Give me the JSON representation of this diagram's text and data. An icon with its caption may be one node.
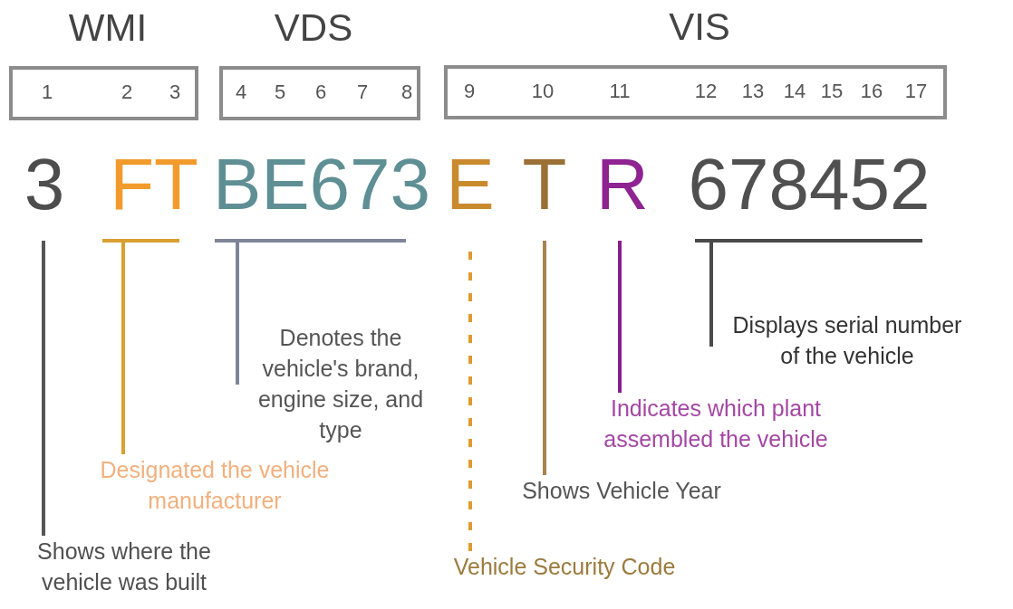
{
  "diagram": {
    "nodes": [
      {
        "text": [
          "WMI",
          "1",
          "2",
          "3"
        ]
      },
      {
        "text": [
          "VDS",
          "4",
          "5",
          "6",
          "7",
          "8"
        ]
      },
      {
        "text": [
          "VIS",
          "9",
          "10",
          "11",
          "12",
          "13",
          "14",
          "15",
          "16",
          "17"
        ]
      },
      {
        "text": [
          "3"
        ]
      },
      {
        "text": [
          "FT"
        ]
      },
      {
        "text": [
          "BE673"
        ]
      },
      {
        "text": [
          "E"
        ]
      },
      {
        "text": [
          "T"
        ]
      },
      {
        "text": [
          "R"
        ]
      },
      {
        "text": [
          "678452"
        ]
      },
      {
        "text": [
          "Denotes the vehicle's brand, engine size, and type"
        ]
      },
      {
        "text": [
          "Displays serial number of the vehicle"
        ]
      },
      {
        "text": [
          "Indicates which plant assembled the vehicle"
        ]
      },
      {
        "text": [
          "Designated the vehicle manufacturer"
        ]
      },
      {
        "text": [
          "Shows Vehicle Year"
        ]
      },
      {
        "text": [
          "Shows where the vehicle was built"
        ]
      },
      {
        "text": [
          "Vehicle Security Code"
        ]
      }
    ],
    "edges": [
      {
        "from": 15,
        "to": 3,
        "arrow": "none",
        "color": "#555555"
      },
      {
        "from": 13,
        "to": 4,
        "arrow": "none",
        "color": "#d9a030"
      },
      {
        "from": 10,
        "to": 5,
        "arrow": "none",
        "color": "#7e8599"
      },
      {
        "from": 16,
        "to": 6,
        "arrow": "none",
        "style": "dashed",
        "color": "#e09a2e"
      },
      {
        "from": 14,
        "to": 7,
        "arrow": "none",
        "color": "#a8824f"
      },
      {
        "from": 12,
        "to": 8,
        "arrow": "none",
        "color": "#8a1d8c"
      },
      {
        "from": 11,
        "to": 9,
        "arrow": "none",
        "color": "#4a4a4a"
      }
    ]
  }
}
